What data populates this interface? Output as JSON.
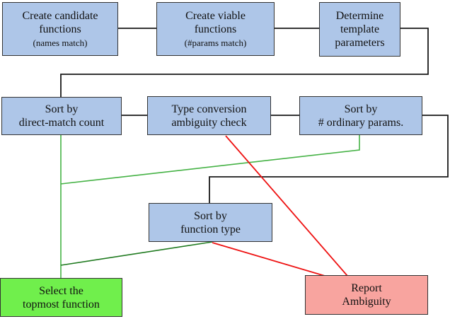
{
  "colors": {
    "node_fill_blue": "#aec6e8",
    "node_fill_green": "#70ef4c",
    "node_fill_red": "#f8a49f",
    "node_border": "#333333",
    "line_black": "#1a1a1a",
    "line_green": "#45b245",
    "line_dark_green": "#1f7a1f",
    "line_red": "#ee1111"
  },
  "nodes": {
    "create_candidate": {
      "line1": "Create candidate",
      "line2": "functions",
      "note": "(names match)"
    },
    "create_viable": {
      "line1": "Create viable",
      "line2": "functions",
      "note": "(#params match)"
    },
    "determine_template": {
      "line1": "Determine",
      "line2": "template",
      "line3": "parameters"
    },
    "sort_direct_match": {
      "line1": "Sort by",
      "line2": "direct-match count"
    },
    "type_conversion": {
      "line1": "Type conversion",
      "line2": "ambiguity check"
    },
    "sort_ordinary_params": {
      "line1": "Sort by",
      "line2": "# ordinary params."
    },
    "sort_function_type": {
      "line1": "Sort by",
      "line2": "function type"
    },
    "select_topmost": {
      "line1": "Select the",
      "line2": "topmost function"
    },
    "report_ambiguity": {
      "line1": "Report",
      "line2": "Ambiguity"
    }
  },
  "edges": [
    {
      "from": "create_candidate",
      "to": "create_viable",
      "color": "black"
    },
    {
      "from": "create_viable",
      "to": "determine_template",
      "color": "black"
    },
    {
      "from": "determine_template",
      "to": "sort_direct_match",
      "color": "black"
    },
    {
      "from": "sort_direct_match",
      "to": "type_conversion",
      "color": "black"
    },
    {
      "from": "type_conversion",
      "to": "sort_ordinary_params",
      "color": "black"
    },
    {
      "from": "sort_ordinary_params",
      "to": "sort_function_type",
      "color": "black"
    },
    {
      "from": "sort_direct_match",
      "to": "select_topmost",
      "color": "green"
    },
    {
      "from": "sort_ordinary_params",
      "to": "select_topmost",
      "color": "green"
    },
    {
      "from": "sort_function_type",
      "to": "select_topmost",
      "color": "dark-green"
    },
    {
      "from": "type_conversion",
      "to": "report_ambiguity",
      "color": "red"
    },
    {
      "from": "sort_function_type",
      "to": "report_ambiguity",
      "color": "red"
    }
  ]
}
